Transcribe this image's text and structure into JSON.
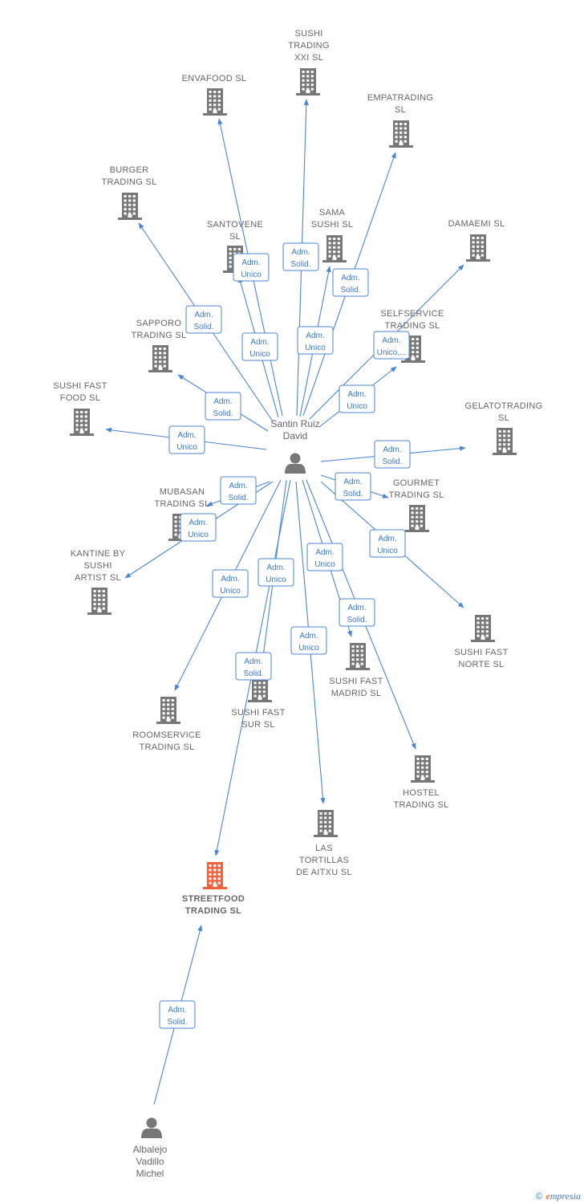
{
  "colors": {
    "edge": "#4a86d6",
    "building": "#777777",
    "focus_building": "#f2623a",
    "person": "#777777",
    "label": "#666666"
  },
  "people": [
    {
      "id": "santin",
      "lines": [
        "Santin Ruiz",
        "David"
      ],
      "icon": "person-icon"
    },
    {
      "id": "albalejo",
      "lines": [
        "Albalejo",
        "Vadillo",
        "Michel"
      ],
      "icon": "person-icon"
    }
  ],
  "companies": [
    {
      "id": "sushi_trading_xxi",
      "lines": [
        "SUSHI",
        "TRADING",
        "XXI  SL"
      ],
      "icon": "building-icon"
    },
    {
      "id": "envafood",
      "lines": [
        "ENVAFOOD  SL"
      ],
      "icon": "building-icon"
    },
    {
      "id": "empatrading",
      "lines": [
        "EMPATRADING",
        "SL"
      ],
      "icon": "building-icon"
    },
    {
      "id": "burger_trading",
      "lines": [
        "BURGER",
        "TRADING  SL"
      ],
      "icon": "building-icon"
    },
    {
      "id": "santovene",
      "lines": [
        "SANTOVENE",
        "SL"
      ],
      "icon": "building-icon"
    },
    {
      "id": "sama_sushi",
      "lines": [
        "SAMA",
        "SUSHI  SL"
      ],
      "icon": "building-icon"
    },
    {
      "id": "damaemi",
      "lines": [
        "DAMAEMI  SL"
      ],
      "icon": "building-icon"
    },
    {
      "id": "sapporo_trading",
      "lines": [
        "SAPPORO",
        "TRADING  SL"
      ],
      "icon": "building-icon"
    },
    {
      "id": "selfservice_trading",
      "lines": [
        "SELFSERVICE",
        "TRADING  SL"
      ],
      "icon": "building-icon"
    },
    {
      "id": "sushi_fast_food",
      "lines": [
        "SUSHI FAST",
        "FOOD  SL"
      ],
      "icon": "building-icon"
    },
    {
      "id": "gelatotrading",
      "lines": [
        "GELATOTRADING",
        "SL"
      ],
      "icon": "building-icon"
    },
    {
      "id": "mubasan_trading",
      "lines": [
        "MUBASAN",
        "TRADING  SL"
      ],
      "icon": "building-icon"
    },
    {
      "id": "gourmet_trading",
      "lines": [
        "GOURMET",
        "TRADING  SL"
      ],
      "icon": "building-icon"
    },
    {
      "id": "kantine",
      "lines": [
        "KANTINE BY",
        "SUSHI",
        "ARTIST  SL"
      ],
      "icon": "building-icon"
    },
    {
      "id": "sushi_fast_norte",
      "lines": [
        "SUSHI FAST",
        "NORTE  SL"
      ],
      "icon": "building-icon"
    },
    {
      "id": "sushi_fast_madrid",
      "lines": [
        "SUSHI FAST",
        "MADRID  SL"
      ],
      "icon": "building-icon"
    },
    {
      "id": "sushi_fast_sur",
      "lines": [
        "SUSHI FAST",
        "SUR  SL"
      ],
      "icon": "building-icon"
    },
    {
      "id": "roomservice_trading",
      "lines": [
        "ROOMSERVICE",
        "TRADING  SL"
      ],
      "icon": "building-icon"
    },
    {
      "id": "hostel_trading",
      "lines": [
        "HOSTEL",
        "TRADING  SL"
      ],
      "icon": "building-icon"
    },
    {
      "id": "las_tortillas",
      "lines": [
        "LAS",
        "TORTILLAS",
        "DE AITXU  SL"
      ],
      "icon": "building-icon"
    },
    {
      "id": "streetfood_trading",
      "lines": [
        "STREETFOOD",
        "TRADING  SL"
      ],
      "icon": "building-icon",
      "focus": true
    }
  ],
  "edges": [
    {
      "from": "santin",
      "to": "sushi_trading_xxi",
      "label": [
        "Adm.",
        "Solid."
      ]
    },
    {
      "from": "santin",
      "to": "envafood",
      "label": [
        "Adm.",
        "Unico"
      ]
    },
    {
      "from": "santin",
      "to": "empatrading",
      "label": [
        "Adm.",
        "Solid."
      ]
    },
    {
      "from": "santin",
      "to": "burger_trading",
      "label": [
        "Adm.",
        "Solid."
      ]
    },
    {
      "from": "santin",
      "to": "santovene",
      "label": [
        "Adm.",
        "Unico"
      ]
    },
    {
      "from": "santin",
      "to": "sama_sushi",
      "label": [
        "Adm.",
        "Unico"
      ]
    },
    {
      "from": "santin",
      "to": "damaemi",
      "label": [
        "Adm.",
        "Unico,..."
      ]
    },
    {
      "from": "santin",
      "to": "sapporo_trading",
      "label": [
        "Adm.",
        "Solid."
      ]
    },
    {
      "from": "santin",
      "to": "selfservice_trading",
      "label": [
        "Adm.",
        "Unico"
      ]
    },
    {
      "from": "santin",
      "to": "sushi_fast_food",
      "label": [
        "Adm.",
        "Unico"
      ]
    },
    {
      "from": "santin",
      "to": "gelatotrading",
      "label": [
        "Adm.",
        "Solid."
      ]
    },
    {
      "from": "santin",
      "to": "mubasan_trading",
      "label": [
        "Adm.",
        "Solid."
      ]
    },
    {
      "from": "santin",
      "to": "gourmet_trading",
      "label": [
        "Adm.",
        "Solid."
      ]
    },
    {
      "from": "santin",
      "to": "kantine",
      "label": [
        "Adm.",
        "Unico"
      ]
    },
    {
      "from": "santin",
      "to": "sushi_fast_norte",
      "label": [
        "Adm.",
        "Unico"
      ]
    },
    {
      "from": "santin",
      "to": "sushi_fast_madrid",
      "label": [
        "Adm.",
        "Unico"
      ]
    },
    {
      "from": "santin",
      "to": "sushi_fast_sur",
      "label": [
        "Adm.",
        "Unico"
      ]
    },
    {
      "from": "santin",
      "to": "roomservice_trading",
      "label": [
        "Adm.",
        "Unico"
      ]
    },
    {
      "from": "santin",
      "to": "hostel_trading",
      "label": [
        "Adm.",
        "Solid."
      ]
    },
    {
      "from": "santin",
      "to": "las_tortillas",
      "label": [
        "Adm.",
        "Unico"
      ]
    },
    {
      "from": "santin",
      "to": "streetfood_trading",
      "label": [
        "Adm.",
        "Solid."
      ]
    },
    {
      "from": "albalejo",
      "to": "streetfood_trading",
      "label": [
        "Adm.",
        "Solid."
      ]
    }
  ],
  "footer": {
    "copyright": "©",
    "brand_initial": "e",
    "brand_rest": "mpresia"
  }
}
